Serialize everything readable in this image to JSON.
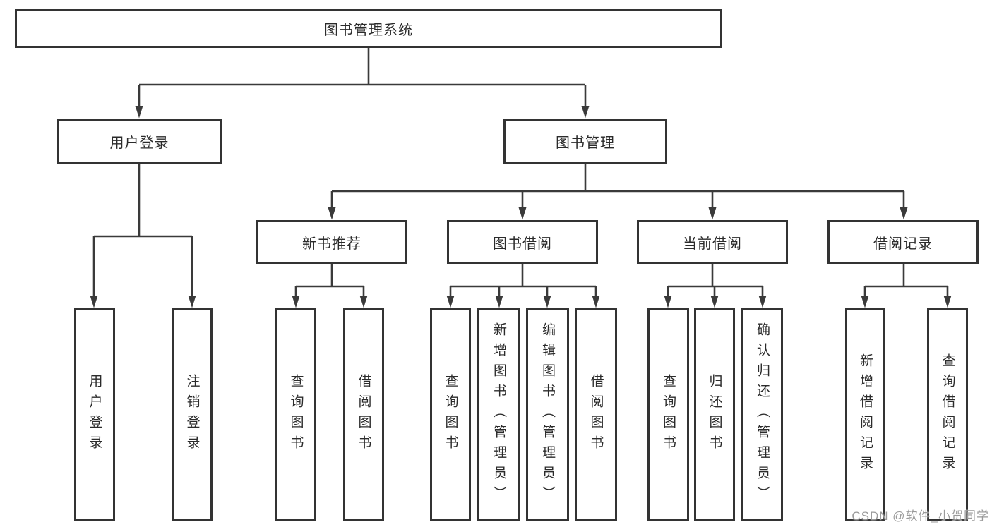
{
  "hierarchy": {
    "label": "图书管理系统",
    "children": [
      {
        "label": "用户登录",
        "children": [
          {
            "label": "用户登录"
          },
          {
            "label": "注销登录"
          }
        ]
      },
      {
        "label": "图书管理",
        "children": [
          {
            "label": "新书推荐",
            "children": [
              {
                "label": "查询图书"
              },
              {
                "label": "借阅图书"
              }
            ]
          },
          {
            "label": "图书借阅",
            "children": [
              {
                "label": "查询图书"
              },
              {
                "label": "新增图书（管理员）"
              },
              {
                "label": "编辑图书（管理员）"
              },
              {
                "label": "借阅图书"
              }
            ]
          },
          {
            "label": "当前借阅",
            "children": [
              {
                "label": "查询图书"
              },
              {
                "label": "归还图书"
              },
              {
                "label": "确认归还（管理员）"
              }
            ]
          },
          {
            "label": "借阅记录",
            "children": [
              {
                "label": "新增借阅记录"
              },
              {
                "label": "查询借阅记录"
              }
            ]
          }
        ]
      }
    ]
  },
  "watermark": {
    "text": "CSDN @软件_小贺同学"
  },
  "colors": {
    "line": "#3a3a3a",
    "box_border": "#333333",
    "text": "#2b2b2b",
    "watermark": "#9a9a9a",
    "background": "#ffffff"
  }
}
